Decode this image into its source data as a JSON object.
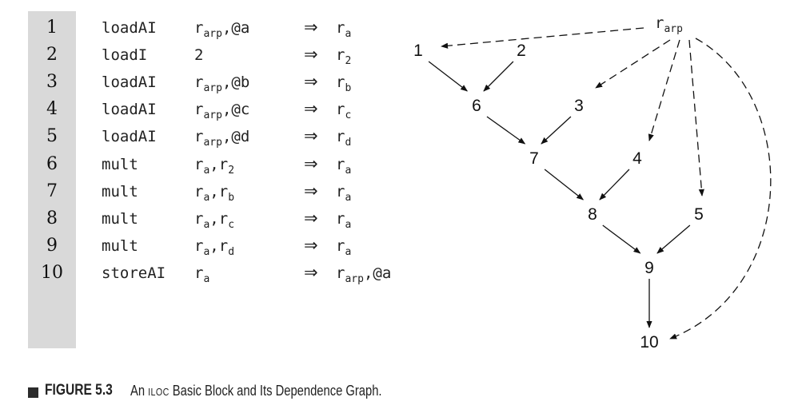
{
  "listing": {
    "rows": [
      {
        "num": "1",
        "op": "loadAI",
        "a1": "r",
        "a1s": "arp",
        "a2": ",@a",
        "a3": "",
        "a3s": "",
        "d": "r",
        "ds": "a",
        "dx": ""
      },
      {
        "num": "2",
        "op": "loadI",
        "a1": "2",
        "a1s": "",
        "a2": "",
        "a3": "",
        "a3s": "",
        "d": "r",
        "ds": "2",
        "dx": ""
      },
      {
        "num": "3",
        "op": "loadAI",
        "a1": "r",
        "a1s": "arp",
        "a2": ",@b",
        "a3": "",
        "a3s": "",
        "d": "r",
        "ds": "b",
        "dx": ""
      },
      {
        "num": "4",
        "op": "loadAI",
        "a1": "r",
        "a1s": "arp",
        "a2": ",@c",
        "a3": "",
        "a3s": "",
        "d": "r",
        "ds": "c",
        "dx": ""
      },
      {
        "num": "5",
        "op": "loadAI",
        "a1": "r",
        "a1s": "arp",
        "a2": ",@d",
        "a3": "",
        "a3s": "",
        "d": "r",
        "ds": "d",
        "dx": ""
      },
      {
        "num": "6",
        "op": "mult",
        "a1": "r",
        "a1s": "a",
        "a2": ",",
        "a3": "r",
        "a3s": "2",
        "d": "r",
        "ds": "a",
        "dx": ""
      },
      {
        "num": "7",
        "op": "mult",
        "a1": "r",
        "a1s": "a",
        "a2": ",",
        "a3": "r",
        "a3s": "b",
        "d": "r",
        "ds": "a",
        "dx": ""
      },
      {
        "num": "8",
        "op": "mult",
        "a1": "r",
        "a1s": "a",
        "a2": ",",
        "a3": "r",
        "a3s": "c",
        "d": "r",
        "ds": "a",
        "dx": ""
      },
      {
        "num": "9",
        "op": "mult",
        "a1": "r",
        "a1s": "a",
        "a2": ",",
        "a3": "r",
        "a3s": "d",
        "d": "r",
        "ds": "a",
        "dx": ""
      },
      {
        "num": "10",
        "op": "storeAI",
        "a1": "r",
        "a1s": "a",
        "a2": "",
        "a3": "",
        "a3s": "",
        "d": "r",
        "ds": "arp",
        "dx": ",@a"
      }
    ],
    "arrow": "⇒"
  },
  "graph": {
    "root": {
      "r": "r",
      "sub": "arp"
    },
    "nodes": [
      "1",
      "2",
      "3",
      "4",
      "5",
      "6",
      "7",
      "8",
      "9",
      "10"
    ],
    "edges_solid": [
      [
        "1",
        "6"
      ],
      [
        "2",
        "6"
      ],
      [
        "6",
        "7"
      ],
      [
        "3",
        "7"
      ],
      [
        "7",
        "8"
      ],
      [
        "4",
        "8"
      ],
      [
        "8",
        "9"
      ],
      [
        "5",
        "9"
      ],
      [
        "9",
        "10"
      ]
    ],
    "edges_dashed_from_root": [
      "1",
      "3",
      "4",
      "5",
      "10"
    ]
  },
  "caption": {
    "label": "FIGURE 5.3",
    "text_prefix": "An ",
    "iloc": "ILOC",
    "text_rest": " Basic Block and Its Dependence Graph."
  }
}
